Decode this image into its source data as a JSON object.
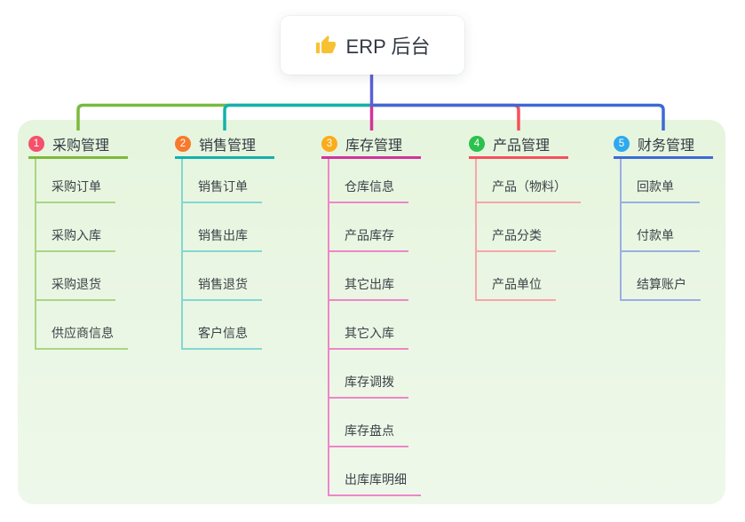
{
  "root": {
    "title": "ERP 后台",
    "icon": "thumbs-up-icon"
  },
  "colors": {
    "root_vertical_line": "#5A5FD6",
    "panel_background": "#EAF6E2",
    "item_text": "#3C4248",
    "title_text": "#333A44",
    "thumb_icon": "#F7C231"
  },
  "branches": [
    {
      "badge": "1",
      "label": "采购管理",
      "badge_color": "#F4516C",
      "line_color": "#7CB93E",
      "light_line_color": "#A9D584",
      "items": [
        "采购订单",
        "采购入库",
        "采购退货",
        "供应商信息"
      ]
    },
    {
      "badge": "2",
      "label": "销售管理",
      "badge_color": "#F8792B",
      "line_color": "#13B2AB",
      "light_line_color": "#84D6D1",
      "items": [
        "销售订单",
        "销售出库",
        "销售退货",
        "客户信息"
      ]
    },
    {
      "badge": "3",
      "label": "库存管理",
      "badge_color": "#FBAC1B",
      "line_color": "#D3339B",
      "light_line_color": "#EE86C8",
      "items": [
        "仓库信息",
        "产品库存",
        "其它出库",
        "其它入库",
        "库存调拨",
        "库存盘点",
        "出库库明细"
      ]
    },
    {
      "badge": "4",
      "label": "产品管理",
      "badge_color": "#2BC14E",
      "line_color": "#F5505C",
      "light_line_color": "#F8A5AA",
      "items": [
        "产品（物料）",
        "产品分类",
        "产品单位"
      ]
    },
    {
      "badge": "5",
      "label": "财务管理",
      "badge_color": "#2FA9ED",
      "line_color": "#3E69D6",
      "light_line_color": "#9AAEE5",
      "items": [
        "回款单",
        "付款单",
        "结算账户"
      ]
    }
  ]
}
